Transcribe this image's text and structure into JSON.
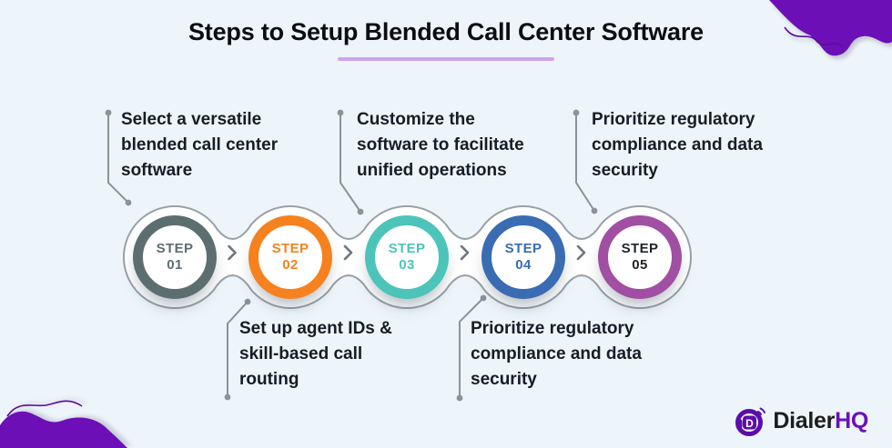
{
  "title": "Steps to Setup Blended Call Center Software",
  "steps": [
    {
      "step_word": "STEP",
      "number": "01",
      "ring_color": "#5d6e70",
      "label_color": "#5d6e70",
      "description": "Select a versatile blended call center software",
      "lines": [
        "Select a versatile",
        "blended call center",
        "software"
      ],
      "description_position": "top"
    },
    {
      "step_word": "STEP",
      "number": "02",
      "ring_color": "#f5821f",
      "label_color": "#f5821f",
      "description": "Set up agent IDs & skill-based call routing",
      "lines": [
        "Set up agent IDs &",
        "skill-based call",
        "routing"
      ],
      "description_position": "bottom"
    },
    {
      "step_word": "STEP",
      "number": "03",
      "ring_color": "#4cc4b9",
      "label_color": "#4cc4b9",
      "description": "Customize the software to facilitate unified operations",
      "lines": [
        "Customize the",
        "software to facilitate",
        "unified operations"
      ],
      "description_position": "top"
    },
    {
      "step_word": "STEP",
      "number": "04",
      "ring_color": "#3a6cb3",
      "label_color": "#3a6cb3",
      "description": "Prioritize regulatory compliance and data security",
      "lines": [
        "Prioritize regulatory",
        "compliance and data",
        "security"
      ],
      "description_position": "bottom"
    },
    {
      "step_word": "STEP",
      "number": "05",
      "ring_color": "#a04fa3",
      "label_color": "#212427",
      "description": "Prioritize regulatory compliance and data security",
      "lines": [
        "Prioritize regulatory",
        "compliance and data",
        "security"
      ],
      "description_position": "top"
    }
  ],
  "connector": {
    "chevron_icon": "chevron-right",
    "count": 4
  },
  "logo": {
    "icon": "dialerhq-logo-icon",
    "brand_black": "Dialer",
    "brand_purple": "HQ"
  },
  "colors": {
    "background": "#edf5fa",
    "chain_outline": "#99a1a7",
    "chain_fill": "#ffffff",
    "leader_line": "#8b9299",
    "chevron": "#6e767e",
    "title_text": "#0b0d12",
    "body_text": "#141d28",
    "title_underline": "#cfa3ee",
    "decor_purple": "#6d0fb6",
    "decor_line_purple": "#5c0b9e"
  }
}
